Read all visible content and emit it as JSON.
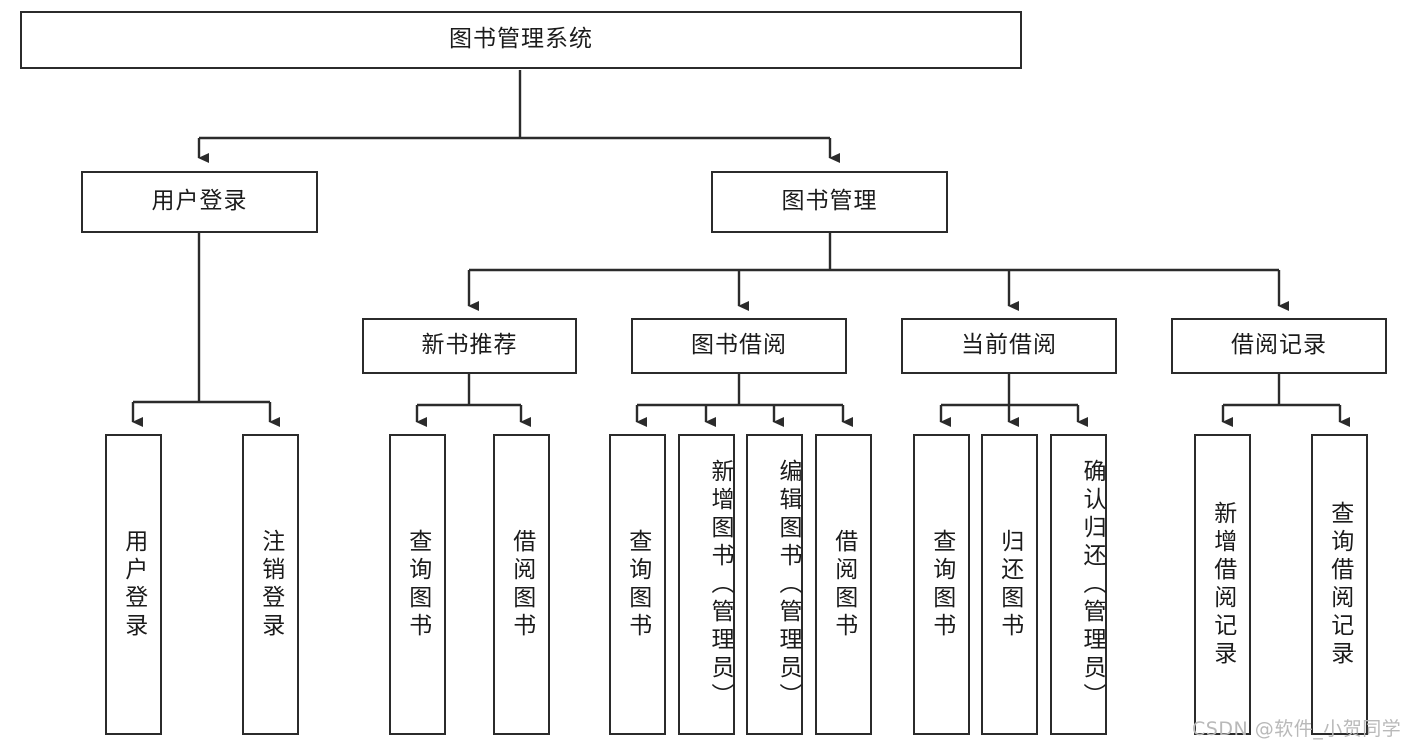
{
  "diagram": {
    "title": "图书管理系统",
    "type": "functional-structure-tree",
    "watermark": "CSDN @软件_小贺同学",
    "colors": {
      "stroke": "#2b2b2b",
      "fill": "#ffffff",
      "text": "#1b1b1b",
      "watermark": "#b9b9b9"
    },
    "root": {
      "label": "图书管理系统"
    },
    "level2": [
      {
        "label": "用户登录"
      },
      {
        "label": "图书管理"
      }
    ],
    "level3": [
      {
        "label": "新书推荐"
      },
      {
        "label": "图书借阅"
      },
      {
        "label": "当前借阅"
      },
      {
        "label": "借阅记录"
      }
    ],
    "leaves": {
      "user_login": [
        {
          "label": "用户登录"
        },
        {
          "label": "注销登录"
        }
      ],
      "new_book_recommend": [
        {
          "label": "查询图书"
        },
        {
          "label": "借阅图书"
        }
      ],
      "book_borrow": [
        {
          "label": "查询图书"
        },
        {
          "label": "新增图书（管理员）"
        },
        {
          "label": "编辑图书（管理员）"
        },
        {
          "label": "借阅图书"
        }
      ],
      "current_borrow": [
        {
          "label": "查询图书"
        },
        {
          "label": "归还图书"
        },
        {
          "label": "确认归还（管理员）"
        }
      ],
      "borrow_record": [
        {
          "label": "新增借阅记录"
        },
        {
          "label": "查询借阅记录"
        }
      ]
    }
  }
}
